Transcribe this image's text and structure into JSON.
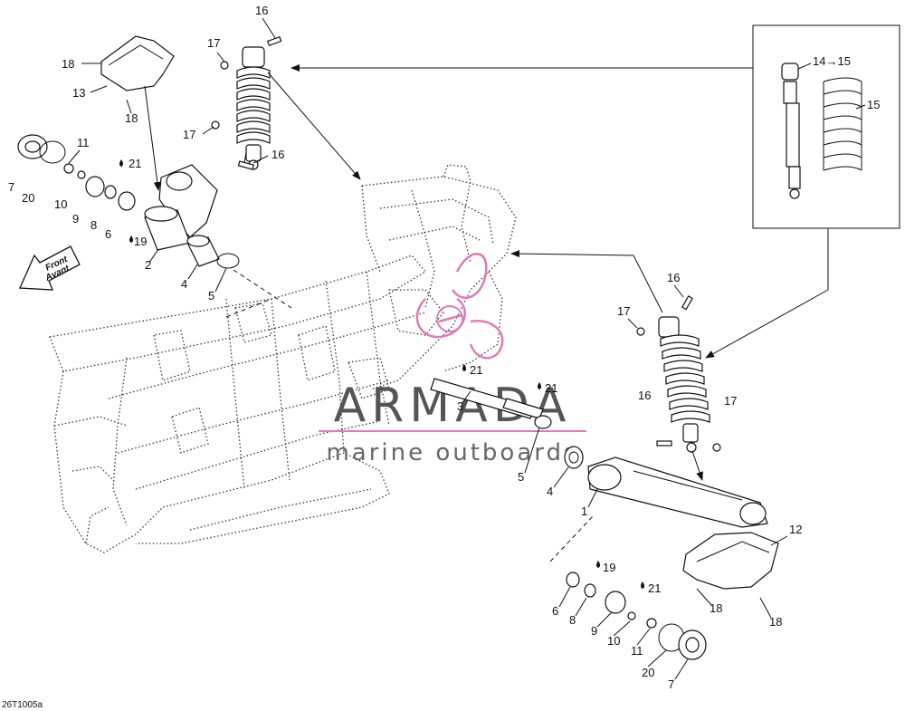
{
  "drawing_code": "26T1005a",
  "watermark": {
    "brand": "ARMADA",
    "tagline": "marine outboards",
    "accent_color": "#e07ab8"
  },
  "direction_arrow": {
    "line1": "Front",
    "line2": "Avant"
  },
  "inset_label": "14→15",
  "callouts": {
    "c1a": "1",
    "c2": "2",
    "c3": "3",
    "c4a": "4",
    "c4b": "4",
    "c5a": "5",
    "c5b": "5",
    "c6a": "6",
    "c6b": "6",
    "c7a": "7",
    "c7b": "7",
    "c8a": "8",
    "c8b": "8",
    "c9a": "9",
    "c9b": "9",
    "c10a": "10",
    "c10b": "10",
    "c11a": "11",
    "c11b": "11",
    "c12": "12",
    "c13": "13",
    "c15": "15",
    "c16a": "16",
    "c16b": "16",
    "c16c": "16",
    "c16d": "16",
    "c17a": "17",
    "c17b": "17",
    "c17c": "17",
    "c17d": "17",
    "c18a": "18",
    "c18b": "18",
    "c18c": "18",
    "c18d": "18",
    "c19a": "19",
    "c19b": "19",
    "c20a": "20",
    "c20b": "20",
    "c21a": "21",
    "c21b": "21",
    "c21c": "21",
    "c21d": "21"
  },
  "icons": {
    "lubricant": "oil-drop-icon",
    "direction": "front-arrow-icon"
  }
}
